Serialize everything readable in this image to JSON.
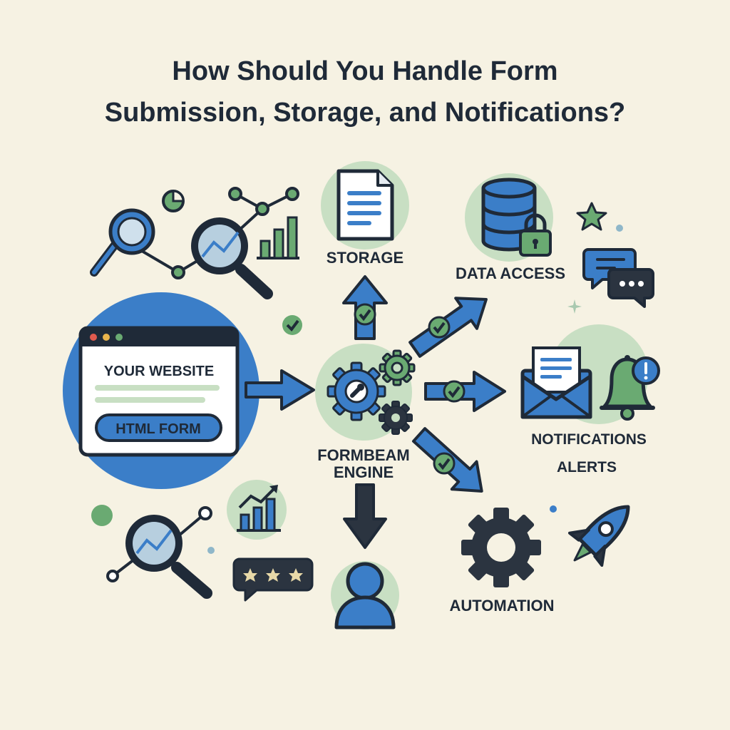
{
  "title_line1": "How Should You Handle Form",
  "title_line2": "Submission, Storage, and Notifications?",
  "nodes": {
    "website": {
      "label": "YOUR WEBSITE",
      "button": "HTML FORM"
    },
    "engine": {
      "line1": "FORMBEAM",
      "line2": "ENGINE"
    },
    "storage": {
      "label": "STORAGE"
    },
    "data_access": {
      "label": "DATA ACCESS"
    },
    "notifications": {
      "line1": "NOTIFICATIONS",
      "line2": "ALERTS"
    },
    "automation": {
      "label": "AUTOMATION"
    }
  },
  "colors": {
    "background": "#f6f2e3",
    "blue": "#3b7ec8",
    "green": "#6aaa72",
    "light_green": "#c8dfc3",
    "dark": "#1f2a38",
    "paper": "#ffffff"
  }
}
